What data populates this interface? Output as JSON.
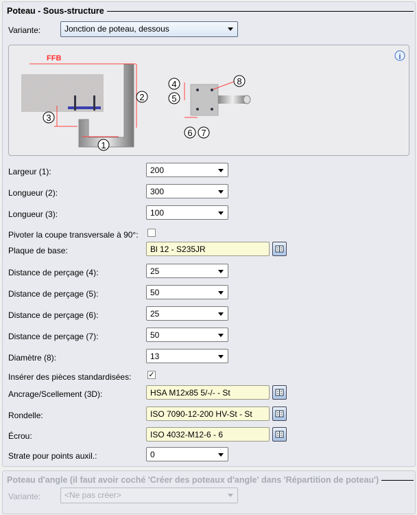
{
  "section1": {
    "title": "Poteau - Sous-structure",
    "variant_label": "Variante:",
    "variant_value": "Jonction de poteau, dessous",
    "diagram": {
      "ffb": "FFB",
      "markers": [
        "1",
        "2",
        "3",
        "4",
        "5",
        "6",
        "7",
        "8"
      ],
      "info_icon": "info-icon"
    },
    "fields": [
      {
        "label": "Largeur (1):",
        "type": "combo",
        "value": "200"
      },
      {
        "label": "Longueur (2):",
        "type": "combo",
        "value": "300"
      },
      {
        "label": "Longueur (3):",
        "type": "combo",
        "value": "100"
      },
      {
        "label": "Pivoter la coupe transversale à 90°:",
        "type": "check",
        "checked": false
      },
      {
        "label": "Plaque de base:",
        "type": "lookup",
        "value": "Bl 12 - S235JR"
      },
      {
        "label": "Distance de perçage (4):",
        "type": "combo",
        "value": "25"
      },
      {
        "label": "Distance de perçage (5):",
        "type": "combo",
        "value": "50"
      },
      {
        "label": "Distance de perçage (6):",
        "type": "combo",
        "value": "25"
      },
      {
        "label": "Distance de perçage (7):",
        "type": "combo",
        "value": "50"
      },
      {
        "label": "Diamètre (8):",
        "type": "combo",
        "value": "13"
      },
      {
        "label": "Insérer des pièces standardisées:",
        "type": "check",
        "checked": true
      },
      {
        "label": "Ancrage/Scellement (3D):",
        "type": "lookup",
        "value": "HSA M12x85 5/-/- - St"
      },
      {
        "label": "Rondelle:",
        "type": "lookup",
        "value": "ISO 7090-12-200 HV-St - St"
      },
      {
        "label": "Écrou:",
        "type": "lookup",
        "value": "ISO 4032-M12-6 - 6"
      },
      {
        "label": "Strate pour points auxil.:",
        "type": "combo",
        "value": "0"
      }
    ]
  },
  "section2": {
    "title": "Poteau d'angle (il faut avoir coché 'Créer des poteaux d'angle' dans 'Répartition de poteau')",
    "variant_label": "Variante:",
    "variant_value": "<Ne pas créer>",
    "disabled": true
  },
  "colors": {
    "dim": "#ff4040",
    "plate": "#3a3fb0"
  }
}
